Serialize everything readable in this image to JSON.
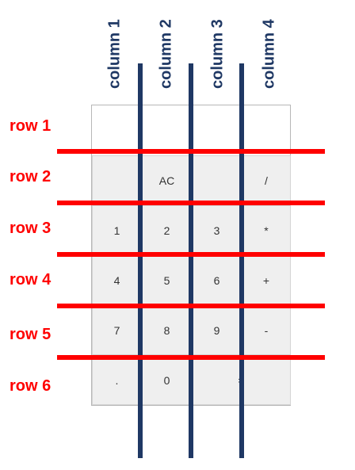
{
  "columns": [
    "column 1",
    "column 2",
    "column 3",
    "column 4"
  ],
  "rows": [
    "row 1",
    "row 2",
    "row 3",
    "row 4",
    "row 5",
    "row 6"
  ],
  "calculator": {
    "display": "",
    "keys": {
      "r2c1": "",
      "r2c2": "AC",
      "r2c3": "",
      "r2c4": "/",
      "r3c1": "1",
      "r3c2": "2",
      "r3c3": "3",
      "r3c4": "*",
      "r4c1": "4",
      "r4c2": "5",
      "r4c3": "6",
      "r4c4": "+",
      "r5c1": "7",
      "r5c2": "8",
      "r5c3": "9",
      "r5c4": "-",
      "r6c1": ".",
      "r6c2": "0",
      "r6c3": "="
    }
  },
  "colors": {
    "column_line": "#1f3864",
    "row_line": "#ff0000",
    "key_background": "#efefef"
  }
}
